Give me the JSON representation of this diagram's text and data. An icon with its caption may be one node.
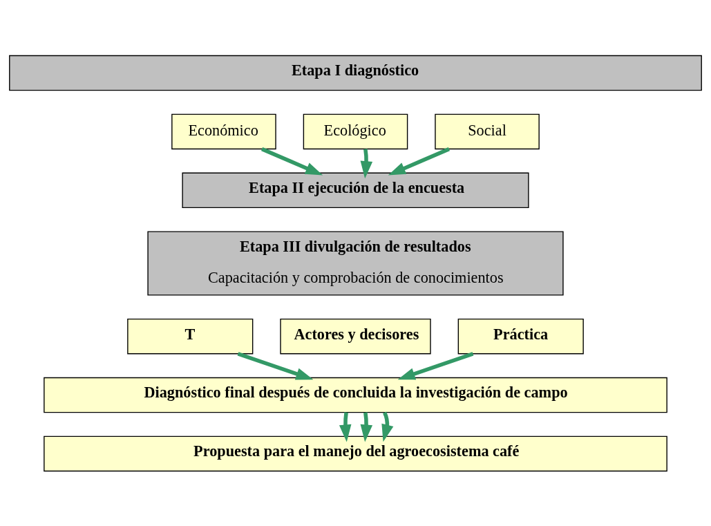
{
  "diagram": {
    "nodes": [
      {
        "text": [
          "Etapa I diagnóstico"
        ]
      },
      {
        "text": [
          "Económico"
        ]
      },
      {
        "text": [
          "Ecológico"
        ]
      },
      {
        "text": [
          "Social"
        ]
      },
      {
        "text": [
          "Etapa II ejecución de la encuesta"
        ]
      },
      {
        "text": [
          "Etapa III divulgación de resultados",
          "Capacitación y comprobación de conocimientos"
        ]
      },
      {
        "text": [
          "T"
        ]
      },
      {
        "text": [
          "Actores y decisores"
        ]
      },
      {
        "text": [
          "Práctica"
        ]
      },
      {
        "text": [
          "Diagnóstico final después de concluida la investigación de campo"
        ]
      },
      {
        "text": [
          "Propuesta para el manejo del agroecosistema café"
        ]
      }
    ],
    "edges": [
      {
        "from": 1,
        "to": 4,
        "arrow": "to"
      },
      {
        "from": 2,
        "to": 4,
        "arrow": "to"
      },
      {
        "from": 3,
        "to": 4,
        "arrow": "to"
      },
      {
        "from": 6,
        "to": 9,
        "arrow": "to"
      },
      {
        "from": 8,
        "to": 9,
        "arrow": "to"
      },
      {
        "from": 9,
        "to": 10,
        "arrow": "to"
      },
      {
        "from": 9,
        "to": 10,
        "arrow": "to"
      },
      {
        "from": 9,
        "to": 10,
        "arrow": "to"
      }
    ]
  }
}
